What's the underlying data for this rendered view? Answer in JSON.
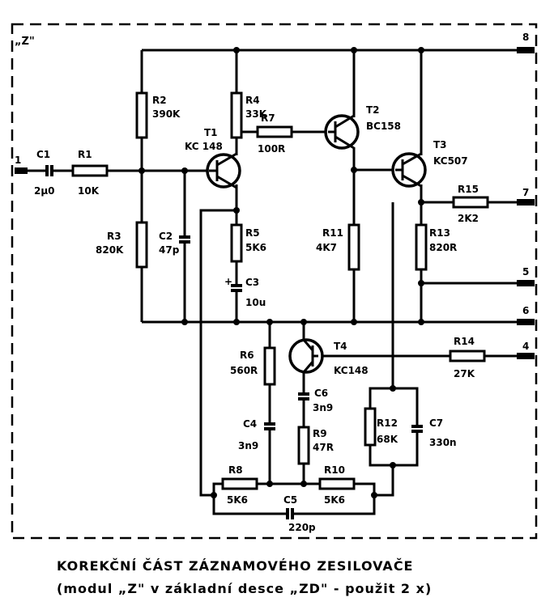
{
  "module_label": "„Z\"",
  "terminals": {
    "t8a": "8",
    "t1": "1",
    "t7": "7",
    "t5": "5",
    "t6": "6",
    "t4": "4"
  },
  "components": {
    "R1": {
      "name": "R1",
      "value": "10K"
    },
    "R2": {
      "name": "R2",
      "value": "390K"
    },
    "R3": {
      "name": "R3",
      "value": "820K"
    },
    "R4": {
      "name": "R4",
      "value": "33K"
    },
    "R5": {
      "name": "R5",
      "value": "5K6"
    },
    "R6": {
      "name": "R6",
      "value": "560R"
    },
    "R7": {
      "name": "R7",
      "value": "100R"
    },
    "R8": {
      "name": "R8",
      "value": "5K6"
    },
    "R9": {
      "name": "R9",
      "value": "47R"
    },
    "R10": {
      "name": "R10",
      "value": "5K6"
    },
    "R11": {
      "name": "R11",
      "value": "4K7"
    },
    "R12": {
      "name": "R12",
      "value": "68K"
    },
    "R13": {
      "name": "R13",
      "value": "820R"
    },
    "R14": {
      "name": "R14",
      "value": "27K"
    },
    "R15": {
      "name": "R15",
      "value": "2K2"
    },
    "C1": {
      "name": "C1",
      "value": "2μ0"
    },
    "C2": {
      "name": "C2",
      "value": "47p"
    },
    "C3": {
      "name": "C3",
      "value": "10u"
    },
    "C4": {
      "name": "C4",
      "value": "3n9"
    },
    "C5": {
      "name": "C5",
      "value": "220p"
    },
    "C6": {
      "name": "C6",
      "value": "3n9"
    },
    "C7": {
      "name": "C7",
      "value": "330n"
    },
    "T1": {
      "name": "T1",
      "value": "KC 148"
    },
    "T2": {
      "name": "T2",
      "value": "BC158"
    },
    "T3": {
      "name": "T3",
      "value": "KC507"
    },
    "T4": {
      "name": "T4",
      "value": "KC148"
    }
  },
  "caption": {
    "line1": "KOREKČNÍ ČÁST ZÁZNAMOVÉHO ZESILOVAČE",
    "line2": "(modul „Z\" v základní desce „ZD\" - použit 2 x)"
  }
}
